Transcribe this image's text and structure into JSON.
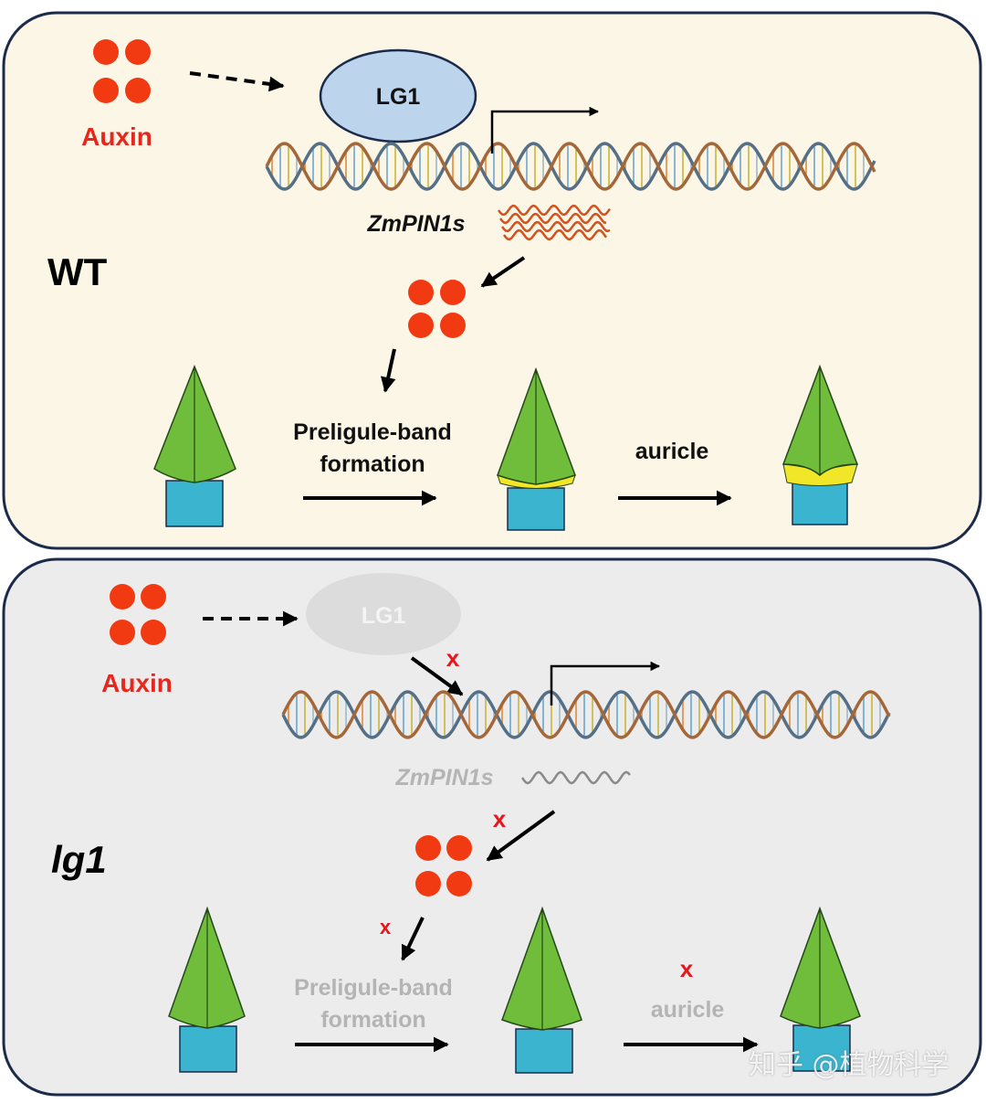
{
  "colors": {
    "wt_panel_bg": "#fcf6e6",
    "mutant_panel_bg": "#ececec",
    "panel_border": "#1c2b4a",
    "auxin": "#f23a12",
    "auxin_label": "#e8261b",
    "lg1_fill": "#bcd4ec",
    "lg1_faded": "#dcdcdc",
    "leaf_green": "#6fbd3a",
    "sheath_cyan": "#3bb5cf",
    "band_yellow": "#f2e629",
    "mark_x": "#e8161b",
    "faded_text": "#b4b4b4"
  },
  "wt_panel": {
    "genotype": "WT",
    "auxin_label": "Auxin",
    "protein_label": "LG1",
    "gene_label": "ZmPIN1s",
    "step1_label_line1": "Preligule-band",
    "step1_label_line2": "formation",
    "step2_label": "auricle"
  },
  "lg1_panel": {
    "genotype": "lg1",
    "auxin_label": "Auxin",
    "protein_label": "LG1",
    "gene_label": "ZmPIN1s",
    "step1_label_line1": "Preligule-band",
    "step1_label_line2": "formation",
    "step2_label": "auricle",
    "block_mark": "x"
  },
  "watermark": "知乎 @植物科学"
}
